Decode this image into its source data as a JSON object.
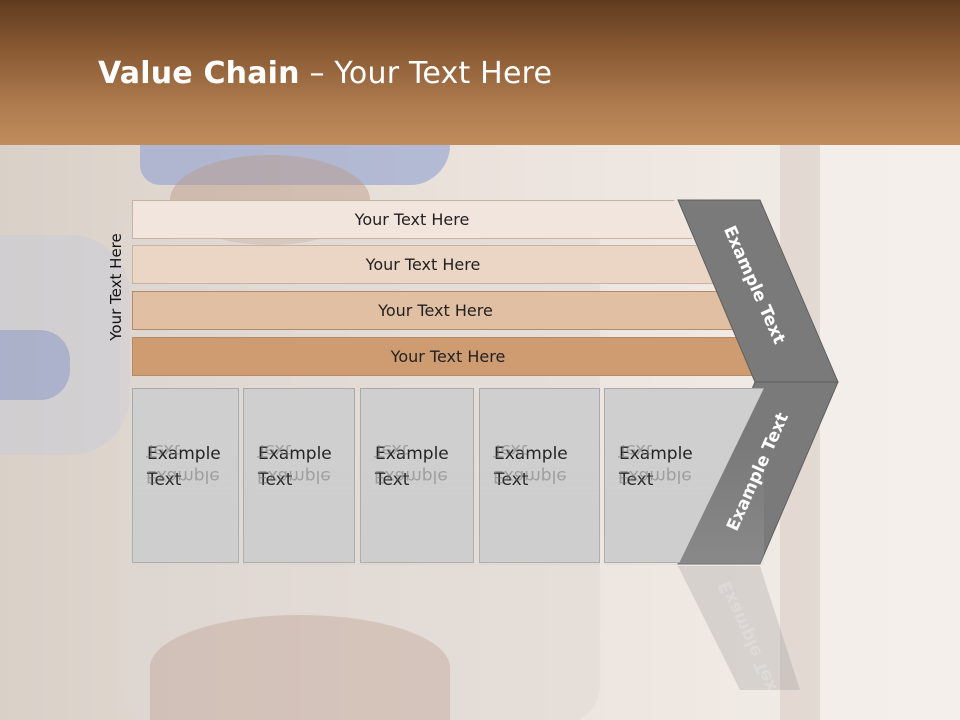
{
  "header": {
    "title_bold": "Value Chain",
    "title_rest": " – Your Text Here"
  },
  "side_label": "Your Text Here",
  "bars": [
    {
      "label": "Your Text Here",
      "color": "#f2e5dd"
    },
    {
      "label": "Your Text Here",
      "color": "#ebd6c5"
    },
    {
      "label": "Your Text Here",
      "color": "#e0bfa2"
    },
    {
      "label": "Your Text Here",
      "color": "#cf9c72"
    }
  ],
  "boxes": [
    {
      "line1": "Example",
      "line2": "Text"
    },
    {
      "line1": "Example",
      "line2": "Text"
    },
    {
      "line1": "Example",
      "line2": "Text"
    },
    {
      "line1": "Example",
      "line2": "Text"
    },
    {
      "line1": "Example",
      "line2": "Text"
    }
  ],
  "chevron": {
    "top_label": "Example Text",
    "bottom_label": "Example Text",
    "color": "#7a7a7a"
  }
}
